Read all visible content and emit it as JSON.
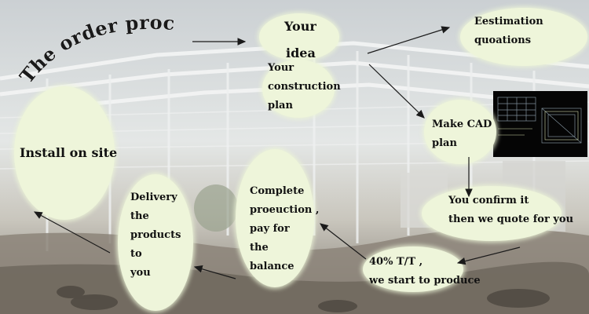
{
  "title": "The order process",
  "steps": {
    "idea": {
      "line1": "Your",
      "line2": "idea"
    },
    "plan": {
      "line1": "Your",
      "line2": "construction",
      "line3": "plan"
    },
    "estimation": {
      "line1": "Eestimation",
      "line2": "quoations"
    },
    "cad": {
      "line1": "Make CAD",
      "line2": "plan"
    },
    "confirm": {
      "line1": "You confirm it",
      "line2": "then we quote for you"
    },
    "deposit": {
      "line1": "40% T/T ,",
      "line2": "we start to produce"
    },
    "complete": {
      "line1": "Complete",
      "line2": "proeuction ,",
      "line3": "pay for",
      "line4": "the",
      "line5": "balance"
    },
    "delivery": {
      "line1": "Delivery",
      "line2": "the",
      "line3": "products",
      "line4": "to",
      "line5": "you"
    },
    "install": {
      "line1": "Install on site"
    }
  },
  "colors": {
    "bubble": "#eef5da",
    "arrow": "#1a1a1a",
    "text": "#111111"
  }
}
